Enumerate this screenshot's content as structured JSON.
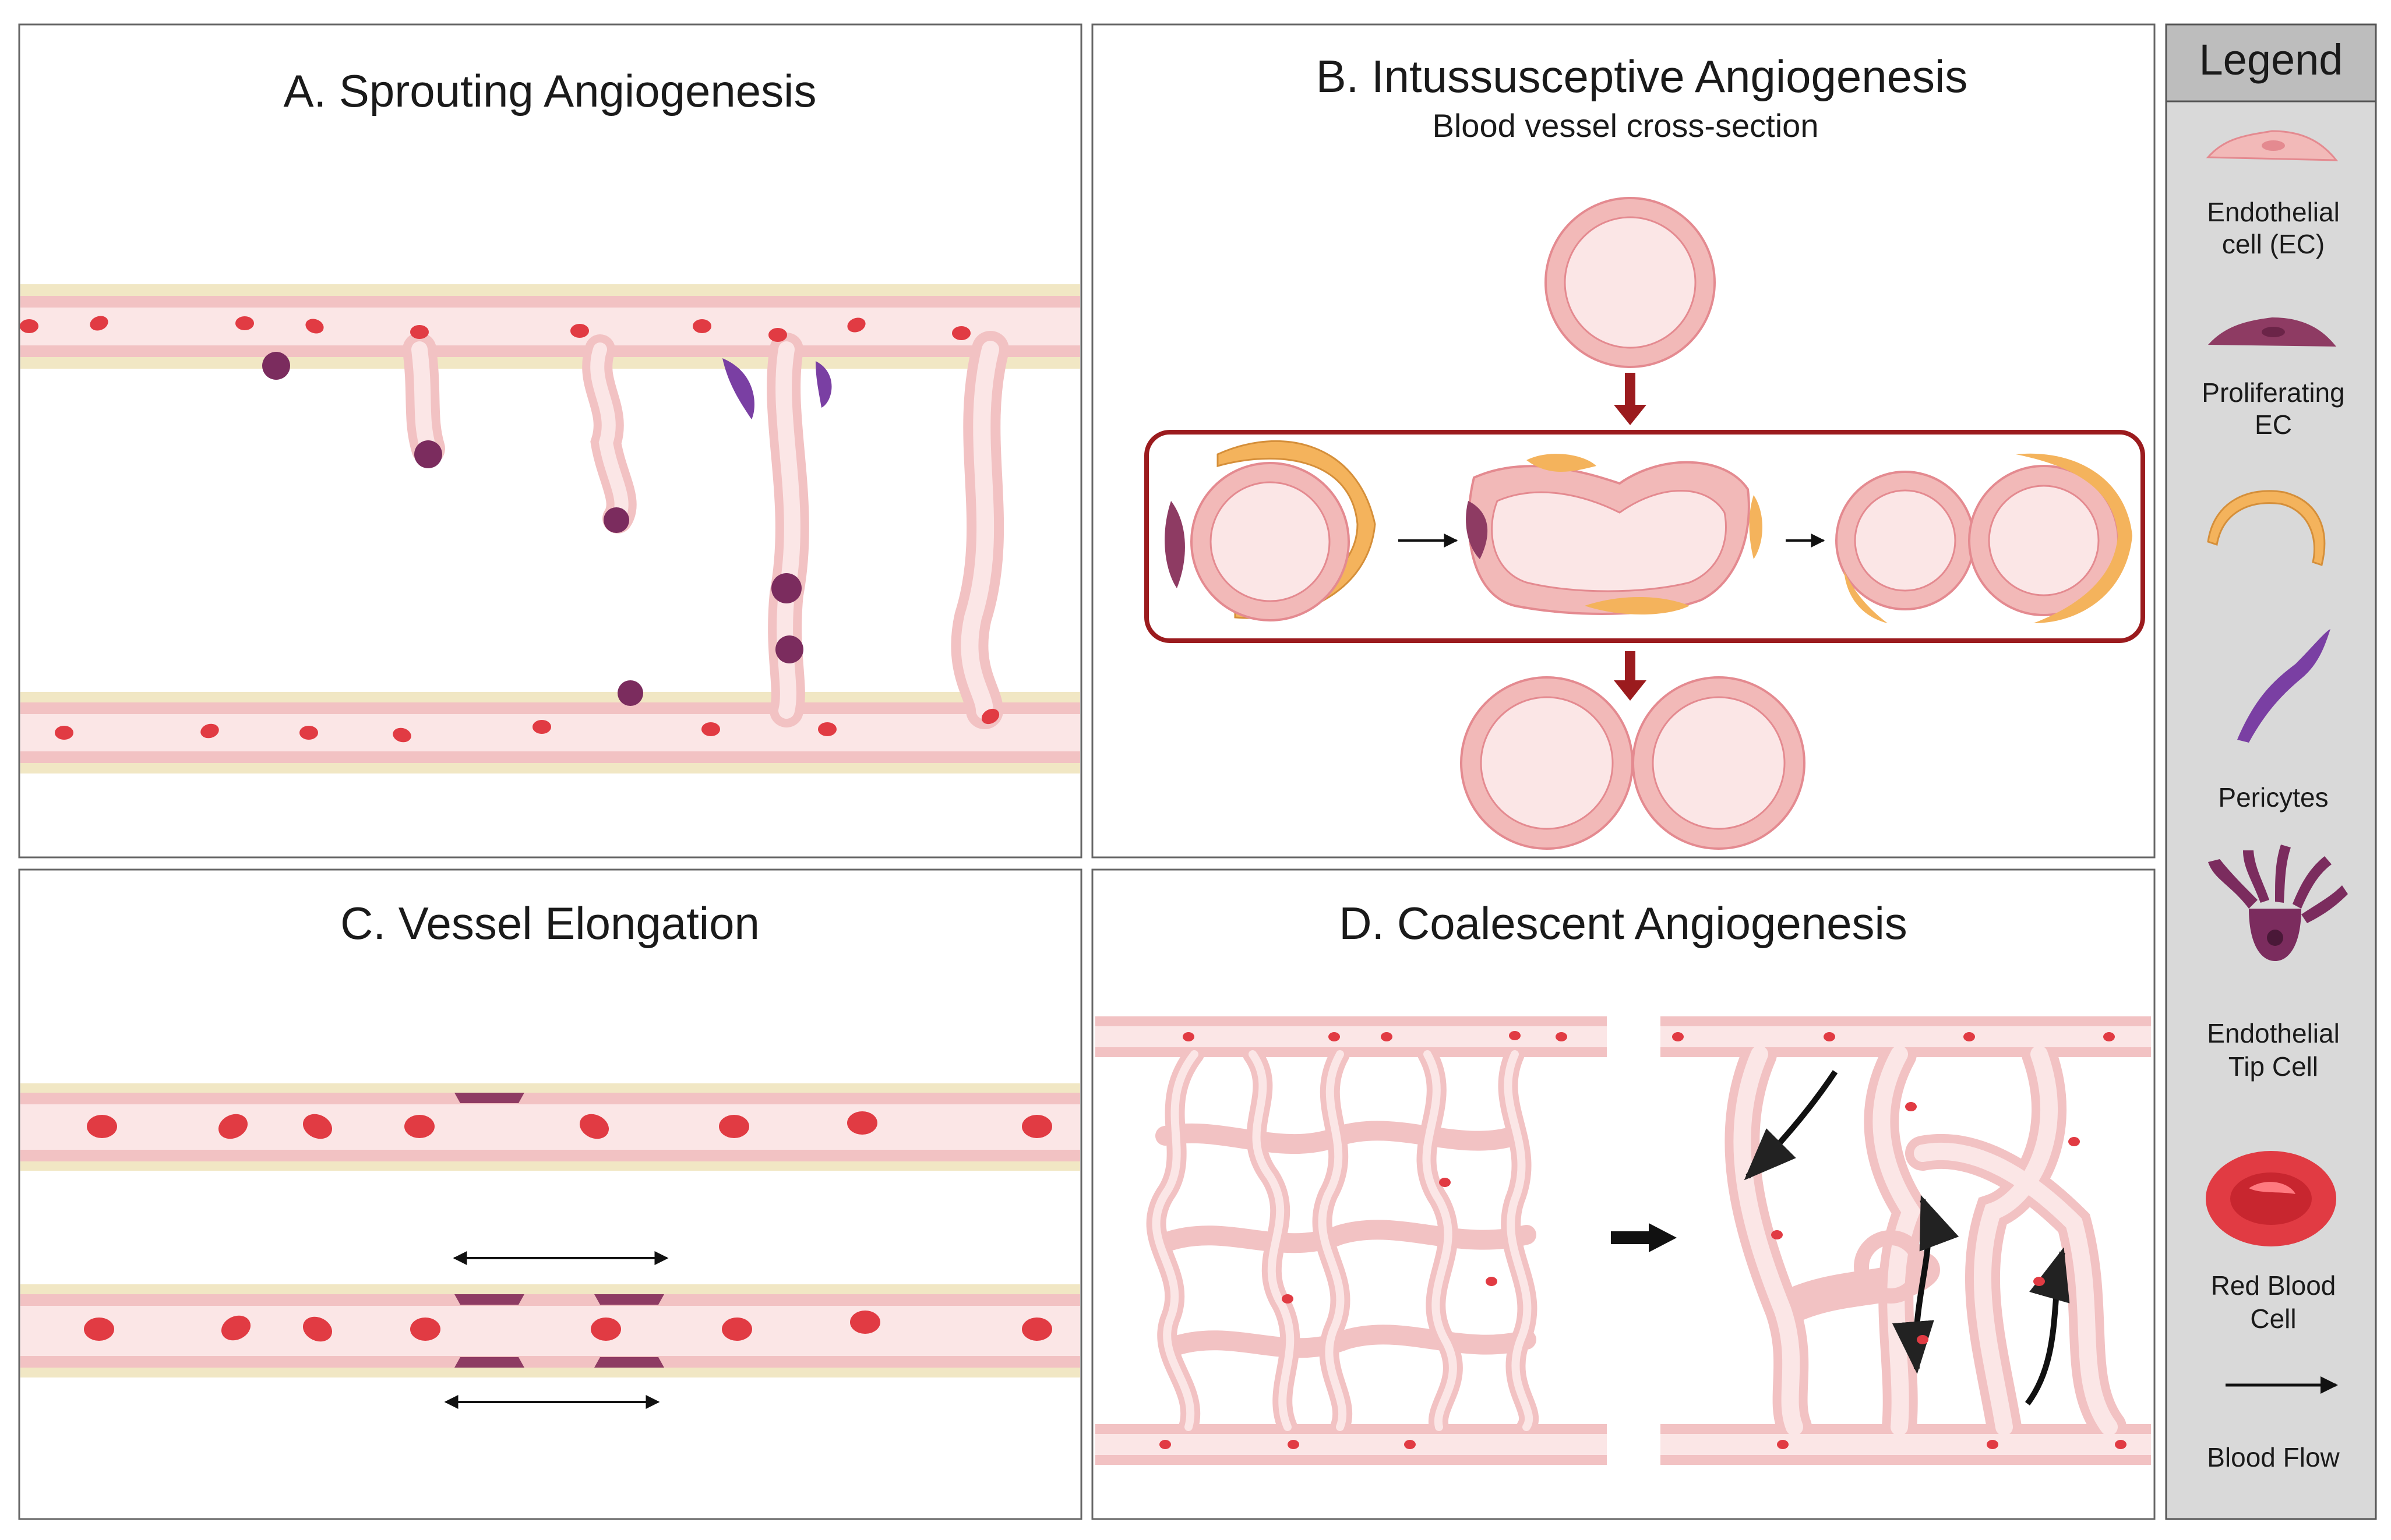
{
  "panels": {
    "a": {
      "title": "A. Sprouting Angiogenesis"
    },
    "b": {
      "title": "B. Intussusceptive Angiogenesis",
      "subtitle": "Blood vessel cross-section"
    },
    "c": {
      "title": "C. Vessel Elongation"
    },
    "d": {
      "title": "D. Coalescent Angiogenesis"
    }
  },
  "legend": {
    "title": "Legend",
    "items": [
      {
        "icon": "endothelial-cell-icon",
        "lines": [
          "Endothelial",
          "cell (EC)"
        ]
      },
      {
        "icon": "proliferating-ec-icon",
        "lines": [
          "Proliferating",
          "EC"
        ]
      },
      {
        "icon": "pericyte-icon",
        "lines": [
          "Pericytes"
        ]
      },
      {
        "icon": "tip-cell-icon",
        "lines": [
          "Endothelial",
          "Tip Cell"
        ]
      },
      {
        "icon": "red-blood-cell-icon",
        "lines": [
          "Red Blood",
          "Cell"
        ]
      },
      {
        "icon": "blood-flow-arrow-icon",
        "lines": [
          "Blood Flow"
        ]
      }
    ]
  },
  "colors": {
    "vessel_fill": "#fbe6e6",
    "vessel_wall": "#e79a9d",
    "basement_membrane": "#f1e7c4",
    "endothelial": "#f2b9b8",
    "proliferating": "#8e3b63",
    "pericyte": "#7a3fa3",
    "tip_cell": "#7b2c5e",
    "rbc": "#e13b43",
    "mural": "#f4b35c",
    "highlight_box": "#9b1b1e",
    "arrow_red": "#9b1b1e",
    "legend_bg": "#d9d9d9",
    "legend_header": "#bdbdbd"
  }
}
